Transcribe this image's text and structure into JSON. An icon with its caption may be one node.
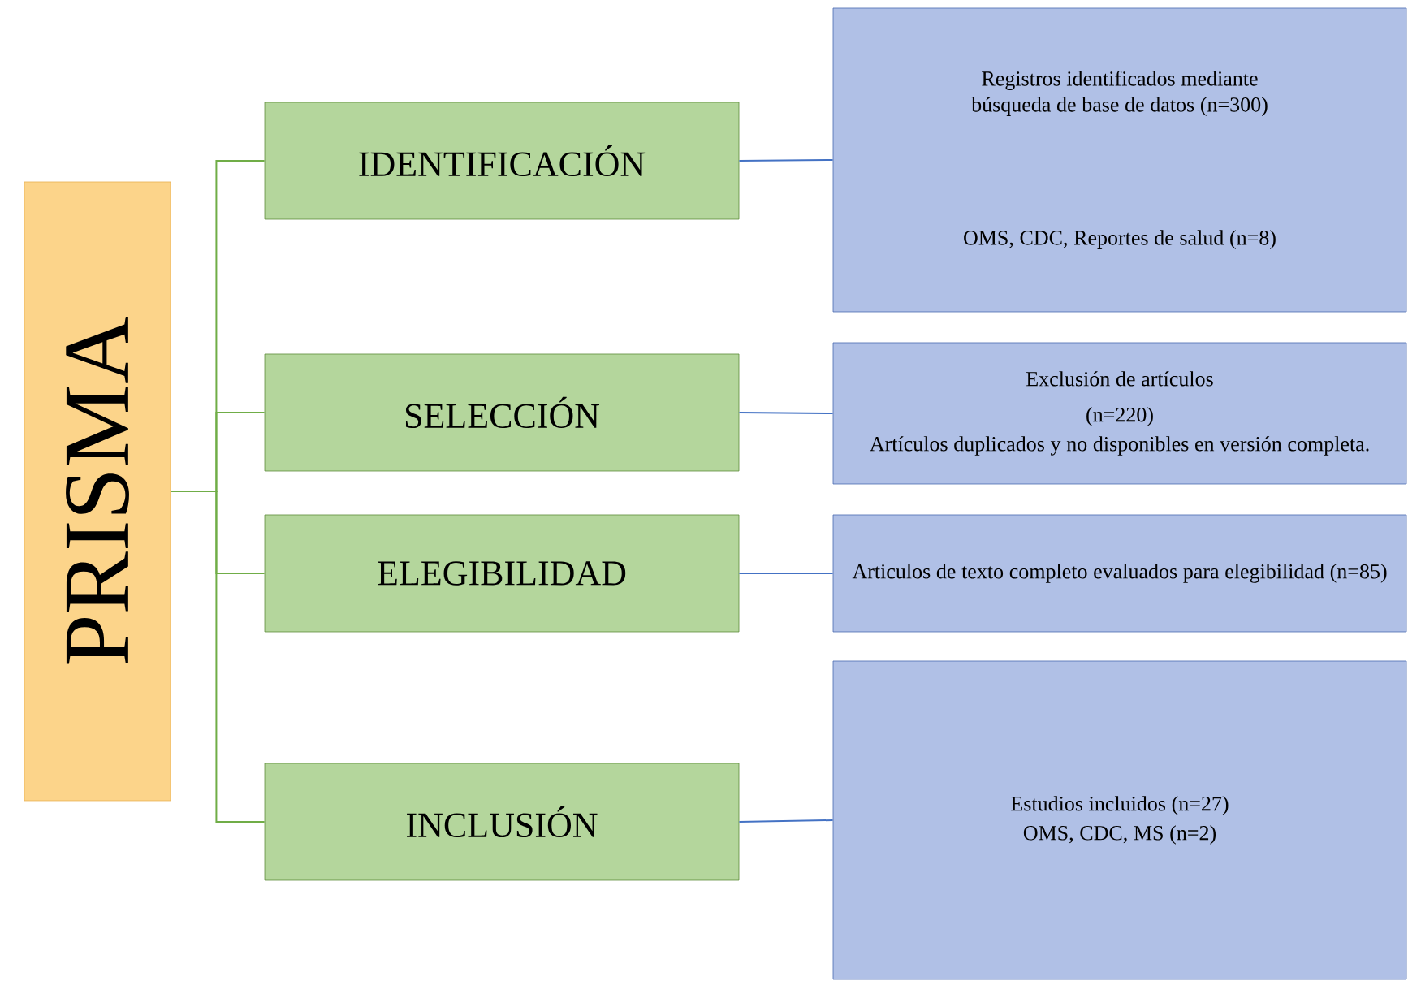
{
  "diagram": {
    "nodes": [
      {
        "text": [
          "PRISMA"
        ]
      },
      {
        "text": [
          "IDENTIFICACIÓN"
        ]
      },
      {
        "text": [
          "SELECCIÓN"
        ]
      },
      {
        "text": [
          "ELEGIBILIDAD"
        ]
      },
      {
        "text": [
          "INCLUSIÓN"
        ]
      },
      {
        "text": [
          "Registros identificados mediante búsqueda de base de datos (n=300)",
          "OMS, CDC, Reportes de salud (n=8)"
        ]
      },
      {
        "text": [
          "Exclusión de artículos",
          "(n=220)",
          "Artículos duplicados y no disponibles en versión completa."
        ]
      },
      {
        "text": [
          "Articulos de texto completo evaluados para elegibilidad (n=85)"
        ]
      },
      {
        "text": [
          "Estudios incluidos (n=27)",
          "OMS, CDC, MS (n=2)"
        ]
      }
    ],
    "edges": [
      {
        "from": 0,
        "to": 1,
        "arrow": "none",
        "color": "#70ad47"
      },
      {
        "from": 0,
        "to": 2,
        "arrow": "none",
        "color": "#70ad47"
      },
      {
        "from": 0,
        "to": 3,
        "arrow": "none",
        "color": "#70ad47"
      },
      {
        "from": 0,
        "to": 4,
        "arrow": "none",
        "color": "#70ad47"
      },
      {
        "from": 1,
        "to": 5,
        "arrow": "none",
        "color": "#4472c4"
      },
      {
        "from": 2,
        "to": 6,
        "arrow": "none",
        "color": "#4472c4"
      },
      {
        "from": 3,
        "to": 7,
        "arrow": "none",
        "color": "#4472c4"
      },
      {
        "from": 4,
        "to": 8,
        "arrow": "none",
        "color": "#4472c4"
      }
    ]
  }
}
